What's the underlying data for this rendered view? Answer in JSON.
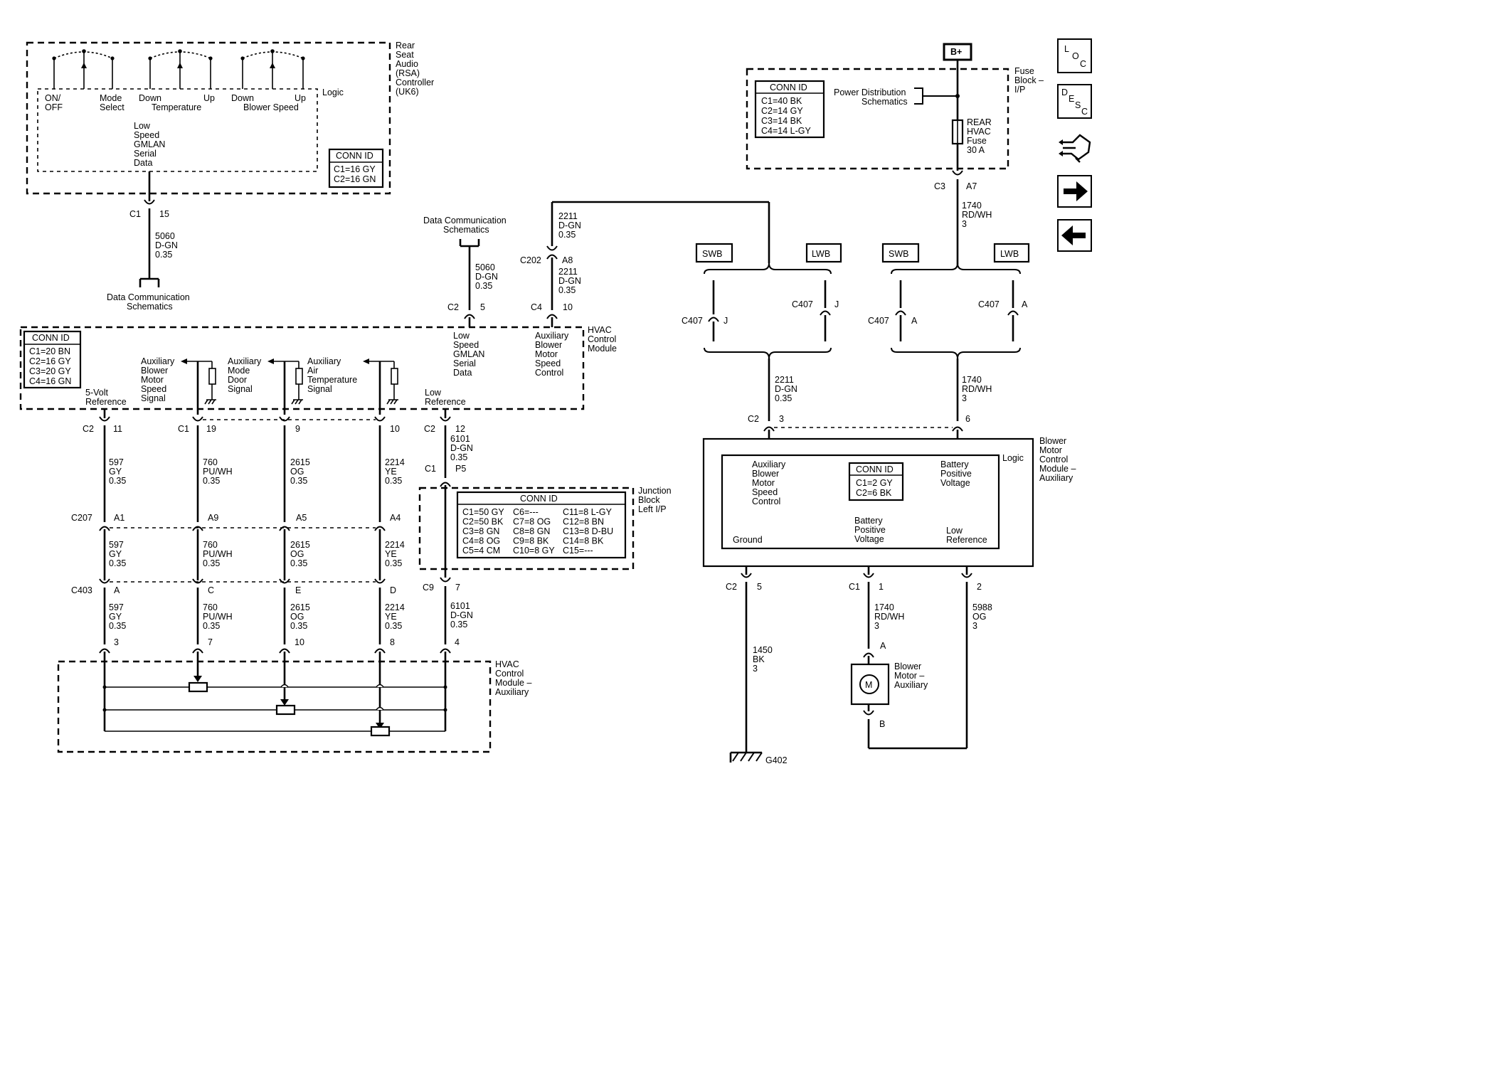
{
  "rsa": {
    "title": [
      "Rear",
      "Seat",
      "Audio",
      "(RSA)",
      "Controller",
      "(UK6)"
    ],
    "logic": "Logic",
    "on_off": [
      "ON/",
      "OFF"
    ],
    "mode_select": [
      "Mode",
      "Select"
    ],
    "temp_down": "Down",
    "temp_up": "Up",
    "temperature": "Temperature",
    "blower_down": "Down",
    "blower_up": "Up",
    "blower_speed": "Blower Speed",
    "gmlan": [
      "Low",
      "Speed",
      "GMLAN",
      "Serial",
      "Data"
    ],
    "conn_id": {
      "title": "CONN ID",
      "lines": [
        "C1=16 GY",
        "C2=16 GN"
      ]
    }
  },
  "rsa_wire": {
    "conn": "C1",
    "pin": "15",
    "circuit": [
      "5060",
      "D-GN",
      "0.35"
    ],
    "ref": [
      "Data Communication",
      "Schematics"
    ]
  },
  "hvac": {
    "title": [
      "HVAC",
      "Control",
      "Module"
    ],
    "conn_id": {
      "title": "CONN ID",
      "lines": [
        "C1=20 BN",
        "C2=16 GY",
        "C3=20 GY",
        "C4=16 GN"
      ]
    },
    "five_volt": [
      "5-Volt",
      "Reference"
    ],
    "aux_blower_signal": [
      "Auxiliary",
      "Blower",
      "Motor",
      "Speed",
      "Signal"
    ],
    "aux_mode_signal": [
      "Auxiliary",
      "Mode",
      "Door",
      "Signal"
    ],
    "aux_air_temp_signal": [
      "Auxiliary",
      "Air",
      "Temperature",
      "Signal"
    ],
    "low_reference": [
      "Low",
      "Reference"
    ],
    "gmlan": [
      "Low",
      "Speed",
      "GMLAN",
      "Serial",
      "Data"
    ],
    "aux_blower_control": [
      "Auxiliary",
      "Blower",
      "Motor",
      "Speed",
      "Control"
    ]
  },
  "data_comm_top": [
    "Data Communication",
    "Schematics"
  ],
  "hvac_gmlan_wire": {
    "circuit": [
      "5060",
      "D-GN",
      "0.35"
    ],
    "conn": "C2",
    "pin": "5"
  },
  "aux_control_wire": {
    "circuit_upper": [
      "2211",
      "D-GN",
      "0.35"
    ],
    "c202": "C202",
    "a8": "A8",
    "circuit_lower": [
      "2211",
      "D-GN",
      "0.35"
    ],
    "conn": "C4",
    "pin": "10"
  },
  "hvac_pins": [
    {
      "conn": "C2",
      "pin": "11",
      "circuit": [
        "597",
        "GY",
        "0.35"
      ]
    },
    {
      "conn": "C1",
      "pin": "19",
      "circuit": [
        "760",
        "PU/WH",
        "0.35"
      ]
    },
    {
      "conn": "",
      "pin": "9",
      "circuit": [
        "2615",
        "OG",
        "0.35"
      ]
    },
    {
      "conn": "",
      "pin": "10",
      "circuit": [
        "2214",
        "YE",
        "0.35"
      ]
    }
  ],
  "c207": {
    "label": "C207",
    "pins": [
      "A1",
      "A9",
      "A5",
      "A4"
    ]
  },
  "mid_circuits": [
    [
      "597",
      "GY",
      "0.35"
    ],
    [
      "760",
      "PU/WH",
      "0.35"
    ],
    [
      "2615",
      "OG",
      "0.35"
    ],
    [
      "2214",
      "YE",
      "0.35"
    ]
  ],
  "c403": {
    "label": "C403",
    "pins": [
      "A",
      "C",
      "E",
      "D"
    ]
  },
  "low_circuits": [
    [
      "597",
      "GY",
      "0.35"
    ],
    [
      "760",
      "PU/WH",
      "0.35"
    ],
    [
      "2615",
      "OG",
      "0.35"
    ],
    [
      "2214",
      "YE",
      "0.35"
    ]
  ],
  "aux_module_pins": [
    "3",
    "7",
    "10",
    "8",
    "4"
  ],
  "low_ref_wire": {
    "conn_top": "C2",
    "pin_top": "12",
    "circuit_top": [
      "6101",
      "D-GN",
      "0.35"
    ],
    "conn_p5": "C1",
    "pin_p5": "P5",
    "conn_bottom": "C9",
    "pin_bottom": "7",
    "circuit_bottom": [
      "6101",
      "D-GN",
      "0.35"
    ]
  },
  "junction_block": {
    "title": [
      "Junction",
      "Block",
      "Left I/P"
    ],
    "conn_id_title": "CONN ID",
    "col1": [
      "C1=50 GY",
      "C2=50 BK",
      "C3=8 GN",
      "C4=8 OG",
      "C5=4 CM"
    ],
    "col2": [
      "C6=---",
      "C7=8 OG",
      "C8=8 GN",
      "C9=8 BK",
      "C10=8 GY"
    ],
    "col3": [
      "C11=8 L-GY",
      "C12=8 BN",
      "C13=8 D-BU",
      "C14=8 BK",
      "C15=---"
    ]
  },
  "hvac_aux_module_title": [
    "HVAC",
    "Control",
    "Module –",
    "Auxiliary"
  ],
  "fuse_block": {
    "bplus": "B+",
    "title": [
      "Fuse",
      "Block –",
      "I/P"
    ],
    "conn_id": {
      "title": "CONN ID",
      "lines": [
        "C1=40 BK",
        "C2=14 GY",
        "C3=14 BK",
        "C4=14 L-GY"
      ]
    },
    "power_dist": [
      "Power Distribution",
      "Schematics"
    ],
    "fuse": [
      "REAR",
      "HVAC",
      "Fuse",
      "30 A"
    ],
    "conn": "C3",
    "pin": "A7",
    "circuit": [
      "1740",
      "RD/WH",
      "3"
    ]
  },
  "swb_lwb": {
    "swb": "SWB",
    "lwb": "LWB"
  },
  "c407": {
    "label": "C407",
    "pin_j": "J",
    "pin_a": "A"
  },
  "blower_module_wires": {
    "left_circuit": [
      "2211",
      "D-GN",
      "0.35"
    ],
    "left_conn": "C2",
    "left_pin": "3",
    "right_circuit": [
      "1740",
      "RD/WH",
      "3"
    ],
    "right_pin": "6"
  },
  "blower_module": {
    "title": [
      "Blower",
      "Motor",
      "Control",
      "Module –",
      "Auxiliary"
    ],
    "logic": "Logic",
    "aux_control": [
      "Auxiliary",
      "Blower",
      "Motor",
      "Speed",
      "Control"
    ],
    "conn_id": {
      "title": "CONN ID",
      "lines": [
        "C1=2 GY",
        "C2=6 BK"
      ]
    },
    "battery_pos_top": [
      "Battery",
      "Positive",
      "Voltage"
    ],
    "ground": "Ground",
    "battery_pos_bottom": [
      "Battery",
      "Positive",
      "Voltage"
    ],
    "low_ref": [
      "Low",
      "Reference"
    ]
  },
  "output_wires": {
    "ground": {
      "conn": "C2",
      "pin": "5",
      "circuit": [
        "1450",
        "BK",
        "3"
      ],
      "gnd": "G402"
    },
    "battery": {
      "conn": "C1",
      "pin": "1",
      "circuit": [
        "1740",
        "RD/WH",
        "3"
      ]
    },
    "low_ref": {
      "pin": "2",
      "circuit": [
        "5988",
        "OG",
        "3"
      ]
    }
  },
  "motor": {
    "symbol": "M",
    "label": [
      "Blower",
      "Motor –",
      "Auxiliary"
    ],
    "pin_a": "A",
    "pin_b": "B"
  },
  "nav": {
    "loc": [
      "L",
      "O",
      "C"
    ],
    "desc": [
      "D",
      "E",
      "S",
      "C"
    ]
  }
}
